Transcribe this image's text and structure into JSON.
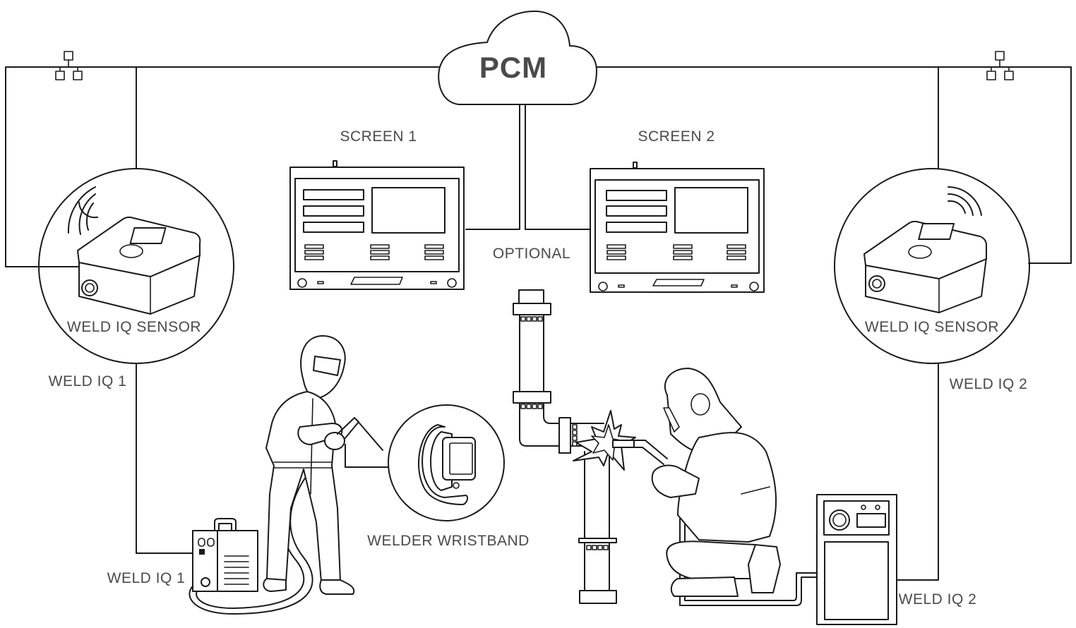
{
  "cloud": {
    "label": "PCM"
  },
  "screens": [
    {
      "label": "SCREEN 1"
    },
    {
      "label": "SCREEN 2"
    }
  ],
  "optional_label": "OPTIONAL",
  "sensors": [
    {
      "label": "WELD IQ SENSOR",
      "link_label": "WELD IQ 1"
    },
    {
      "label": "WELD IQ SENSOR",
      "link_label": "WELD IQ 2"
    }
  ],
  "welding_machines": [
    {
      "label": "WELD IQ 1"
    },
    {
      "label": "WELD IQ 2"
    }
  ],
  "wristband": {
    "label": "WELDER  WRISTBAND"
  },
  "icons": {
    "network": "network-topology-icon",
    "wireless": "wireless-signal-icon"
  }
}
